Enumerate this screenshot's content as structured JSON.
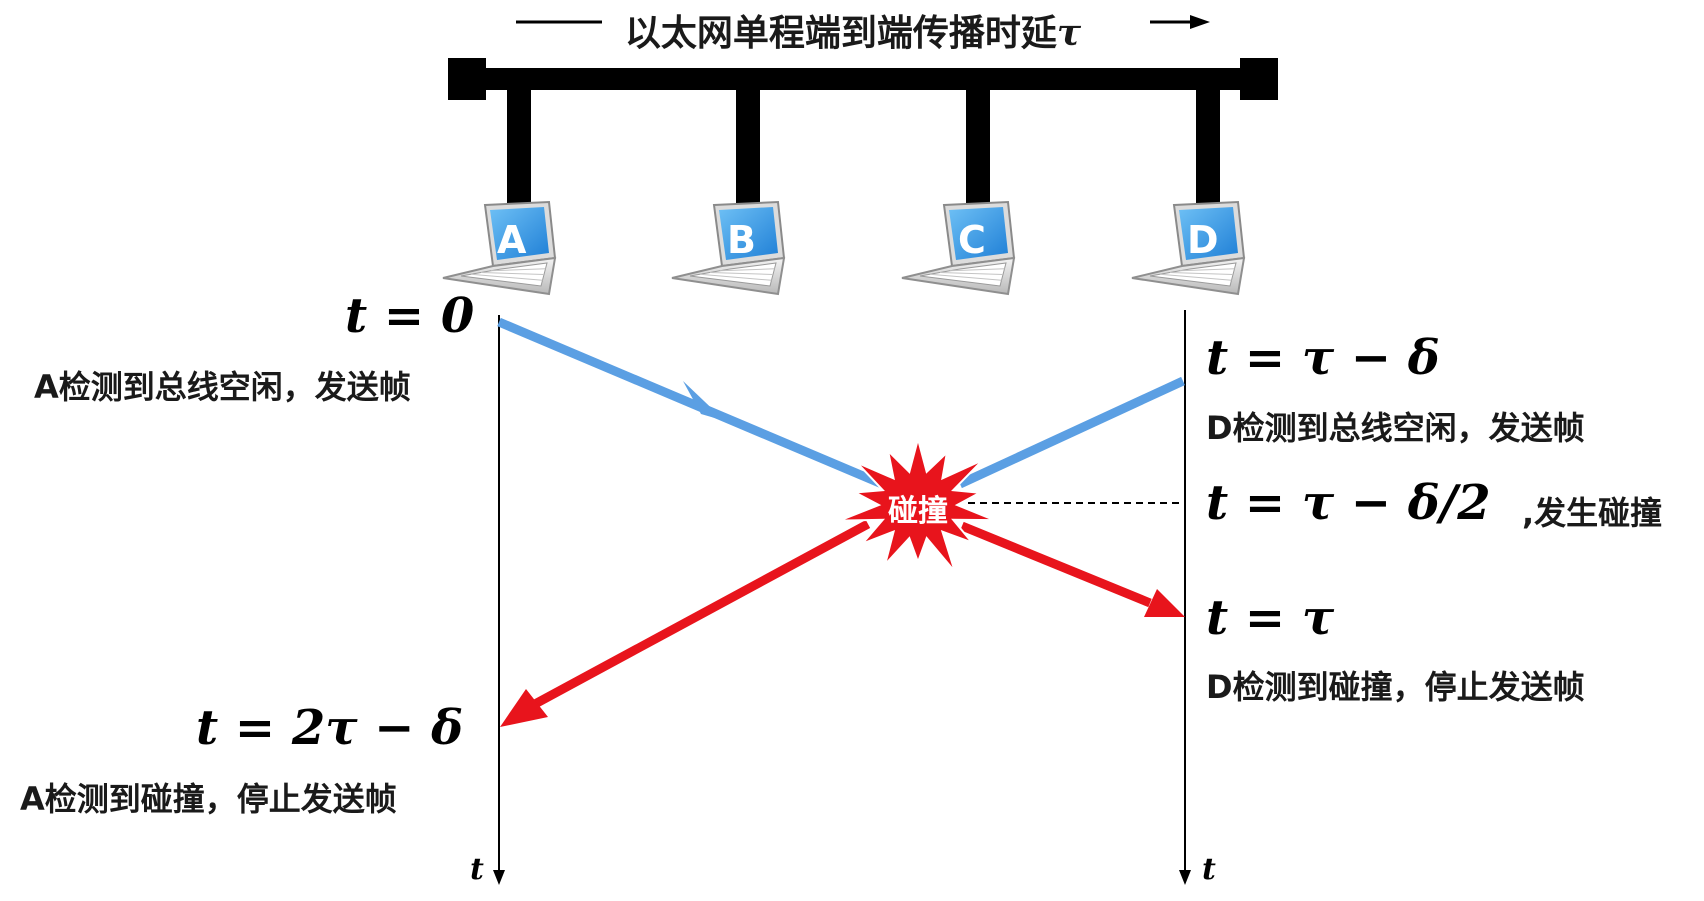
{
  "title": {
    "text": "以太网单程端到端传播时延",
    "symbol": "τ"
  },
  "stations": [
    {
      "label": "A"
    },
    {
      "label": "B"
    },
    {
      "label": "C"
    },
    {
      "label": "D"
    }
  ],
  "collision": {
    "label": "碰撞"
  },
  "events": {
    "a_send": {
      "time": "t = 0",
      "desc": "A检测到总线空闲，发送帧"
    },
    "d_send": {
      "time": "t = τ − δ",
      "desc": "D检测到总线空闲，发送帧"
    },
    "collide": {
      "time": "t = τ − δ/2",
      "desc": ",发生碰撞"
    },
    "d_detect": {
      "time": "t = τ",
      "desc": "D检测到碰撞，停止发送帧"
    },
    "a_detect": {
      "time": "t = 2τ − δ",
      "desc": "A检测到碰撞，停止发送帧"
    }
  },
  "axes": {
    "left_label": "t",
    "right_label": "t"
  },
  "colors": {
    "send_signal": "#5b9fe3",
    "collision_signal": "#e8141c",
    "bus": "#000000",
    "screen": "#4aa3e8",
    "burst": "#e8141c"
  }
}
